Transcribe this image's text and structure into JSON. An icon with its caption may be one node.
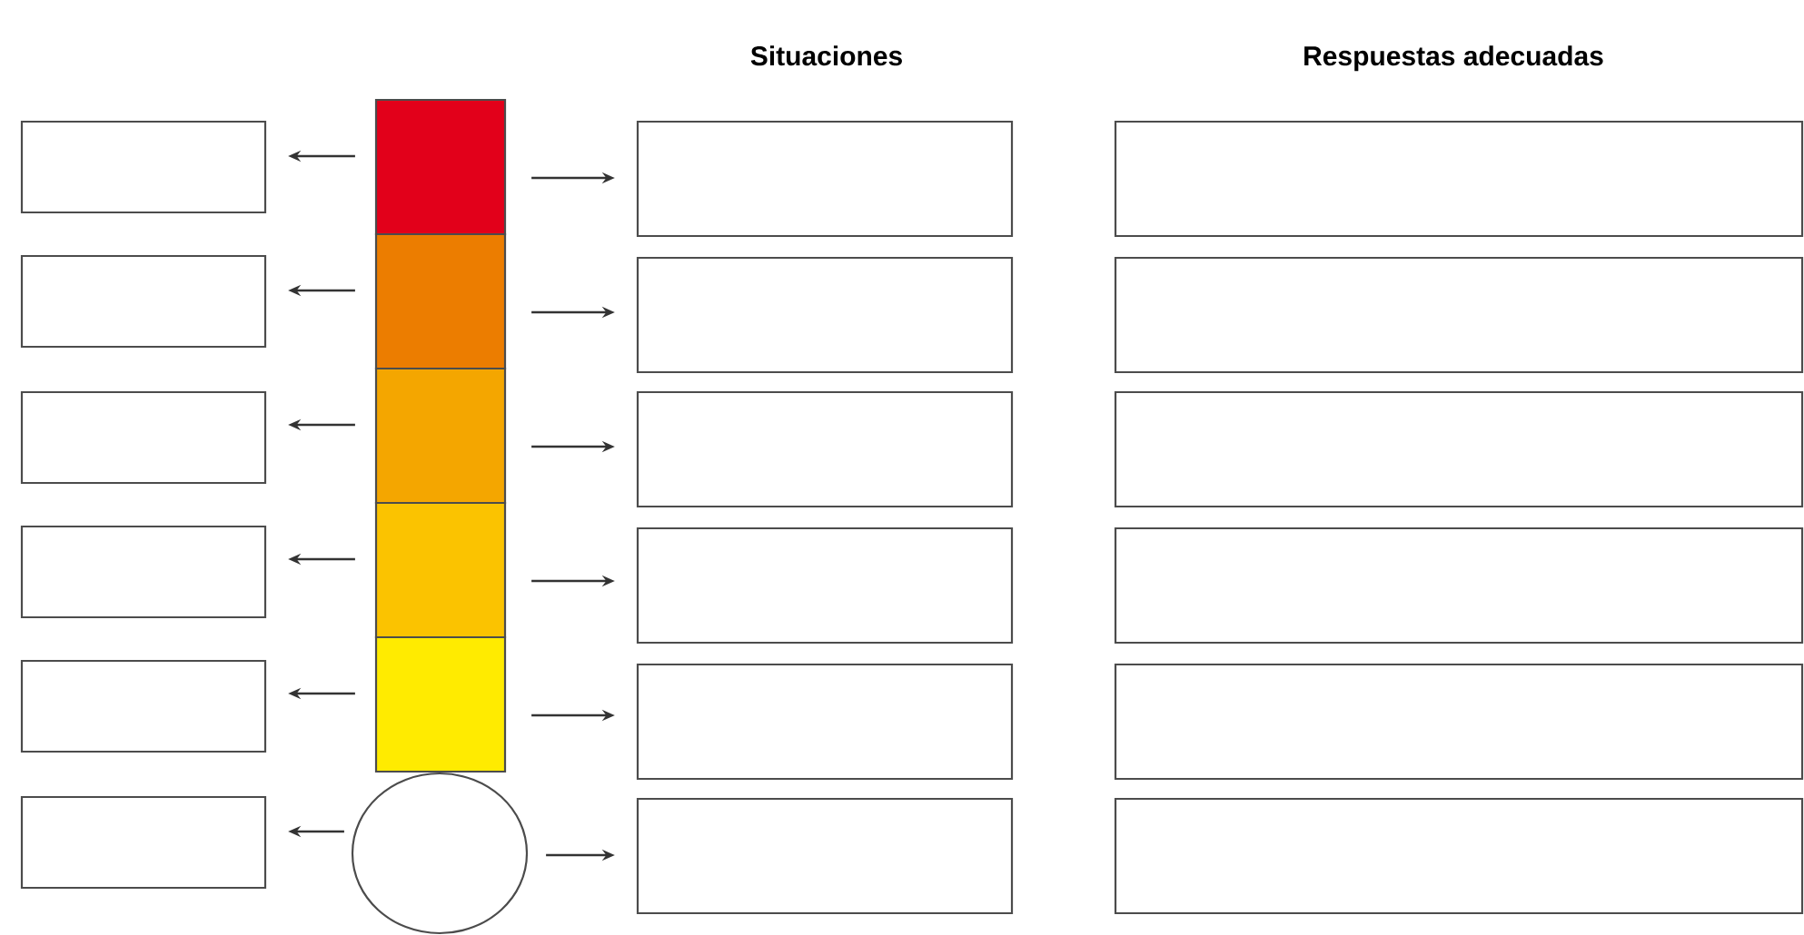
{
  "diagram": {
    "nodes": [
      {
        "text": [],
        "shape": "box"
      },
      {
        "text": [],
        "shape": "box"
      },
      {
        "text": [],
        "shape": "box"
      },
      {
        "text": [],
        "shape": "box"
      },
      {
        "text": [],
        "shape": "box"
      },
      {
        "text": [],
        "shape": "circle"
      },
      {
        "text": [],
        "shape": "box"
      },
      {
        "text": [],
        "shape": "box"
      },
      {
        "text": [],
        "shape": "box"
      },
      {
        "text": [],
        "shape": "box"
      },
      {
        "text": [],
        "shape": "box"
      },
      {
        "text": [],
        "shape": "box"
      },
      {
        "text": [],
        "shape": "box"
      },
      {
        "text": [],
        "shape": "box"
      },
      {
        "text": [],
        "shape": "box"
      },
      {
        "text": [],
        "shape": "box"
      },
      {
        "text": [],
        "shape": "box"
      },
      {
        "text": [],
        "shape": "box"
      },
      {
        "text": [],
        "shape": "box"
      },
      {
        "text": [],
        "shape": "box"
      },
      {
        "text": [],
        "shape": "box"
      },
      {
        "text": [],
        "shape": "box"
      },
      {
        "text": [],
        "shape": "box"
      },
      {
        "text": [],
        "shape": "box"
      }
    ],
    "edges": [
      {
        "from": 0,
        "to": 6,
        "arrow": "to"
      },
      {
        "from": 0,
        "to": 12,
        "arrow": "to"
      },
      {
        "from": 1,
        "to": 7,
        "arrow": "to"
      },
      {
        "from": 1,
        "to": 13,
        "arrow": "to"
      },
      {
        "from": 2,
        "to": 8,
        "arrow": "to"
      },
      {
        "from": 2,
        "to": 14,
        "arrow": "to"
      },
      {
        "from": 3,
        "to": 9,
        "arrow": "to"
      },
      {
        "from": 3,
        "to": 15,
        "arrow": "to"
      },
      {
        "from": 4,
        "to": 10,
        "arrow": "to"
      },
      {
        "from": 4,
        "to": 16,
        "arrow": "to"
      },
      {
        "from": 5,
        "to": 11,
        "arrow": "to"
      },
      {
        "from": 5,
        "to": 17,
        "arrow": "to"
      }
    ],
    "labels": [
      "Situaciones",
      "Respuestas adecuadas"
    ]
  }
}
